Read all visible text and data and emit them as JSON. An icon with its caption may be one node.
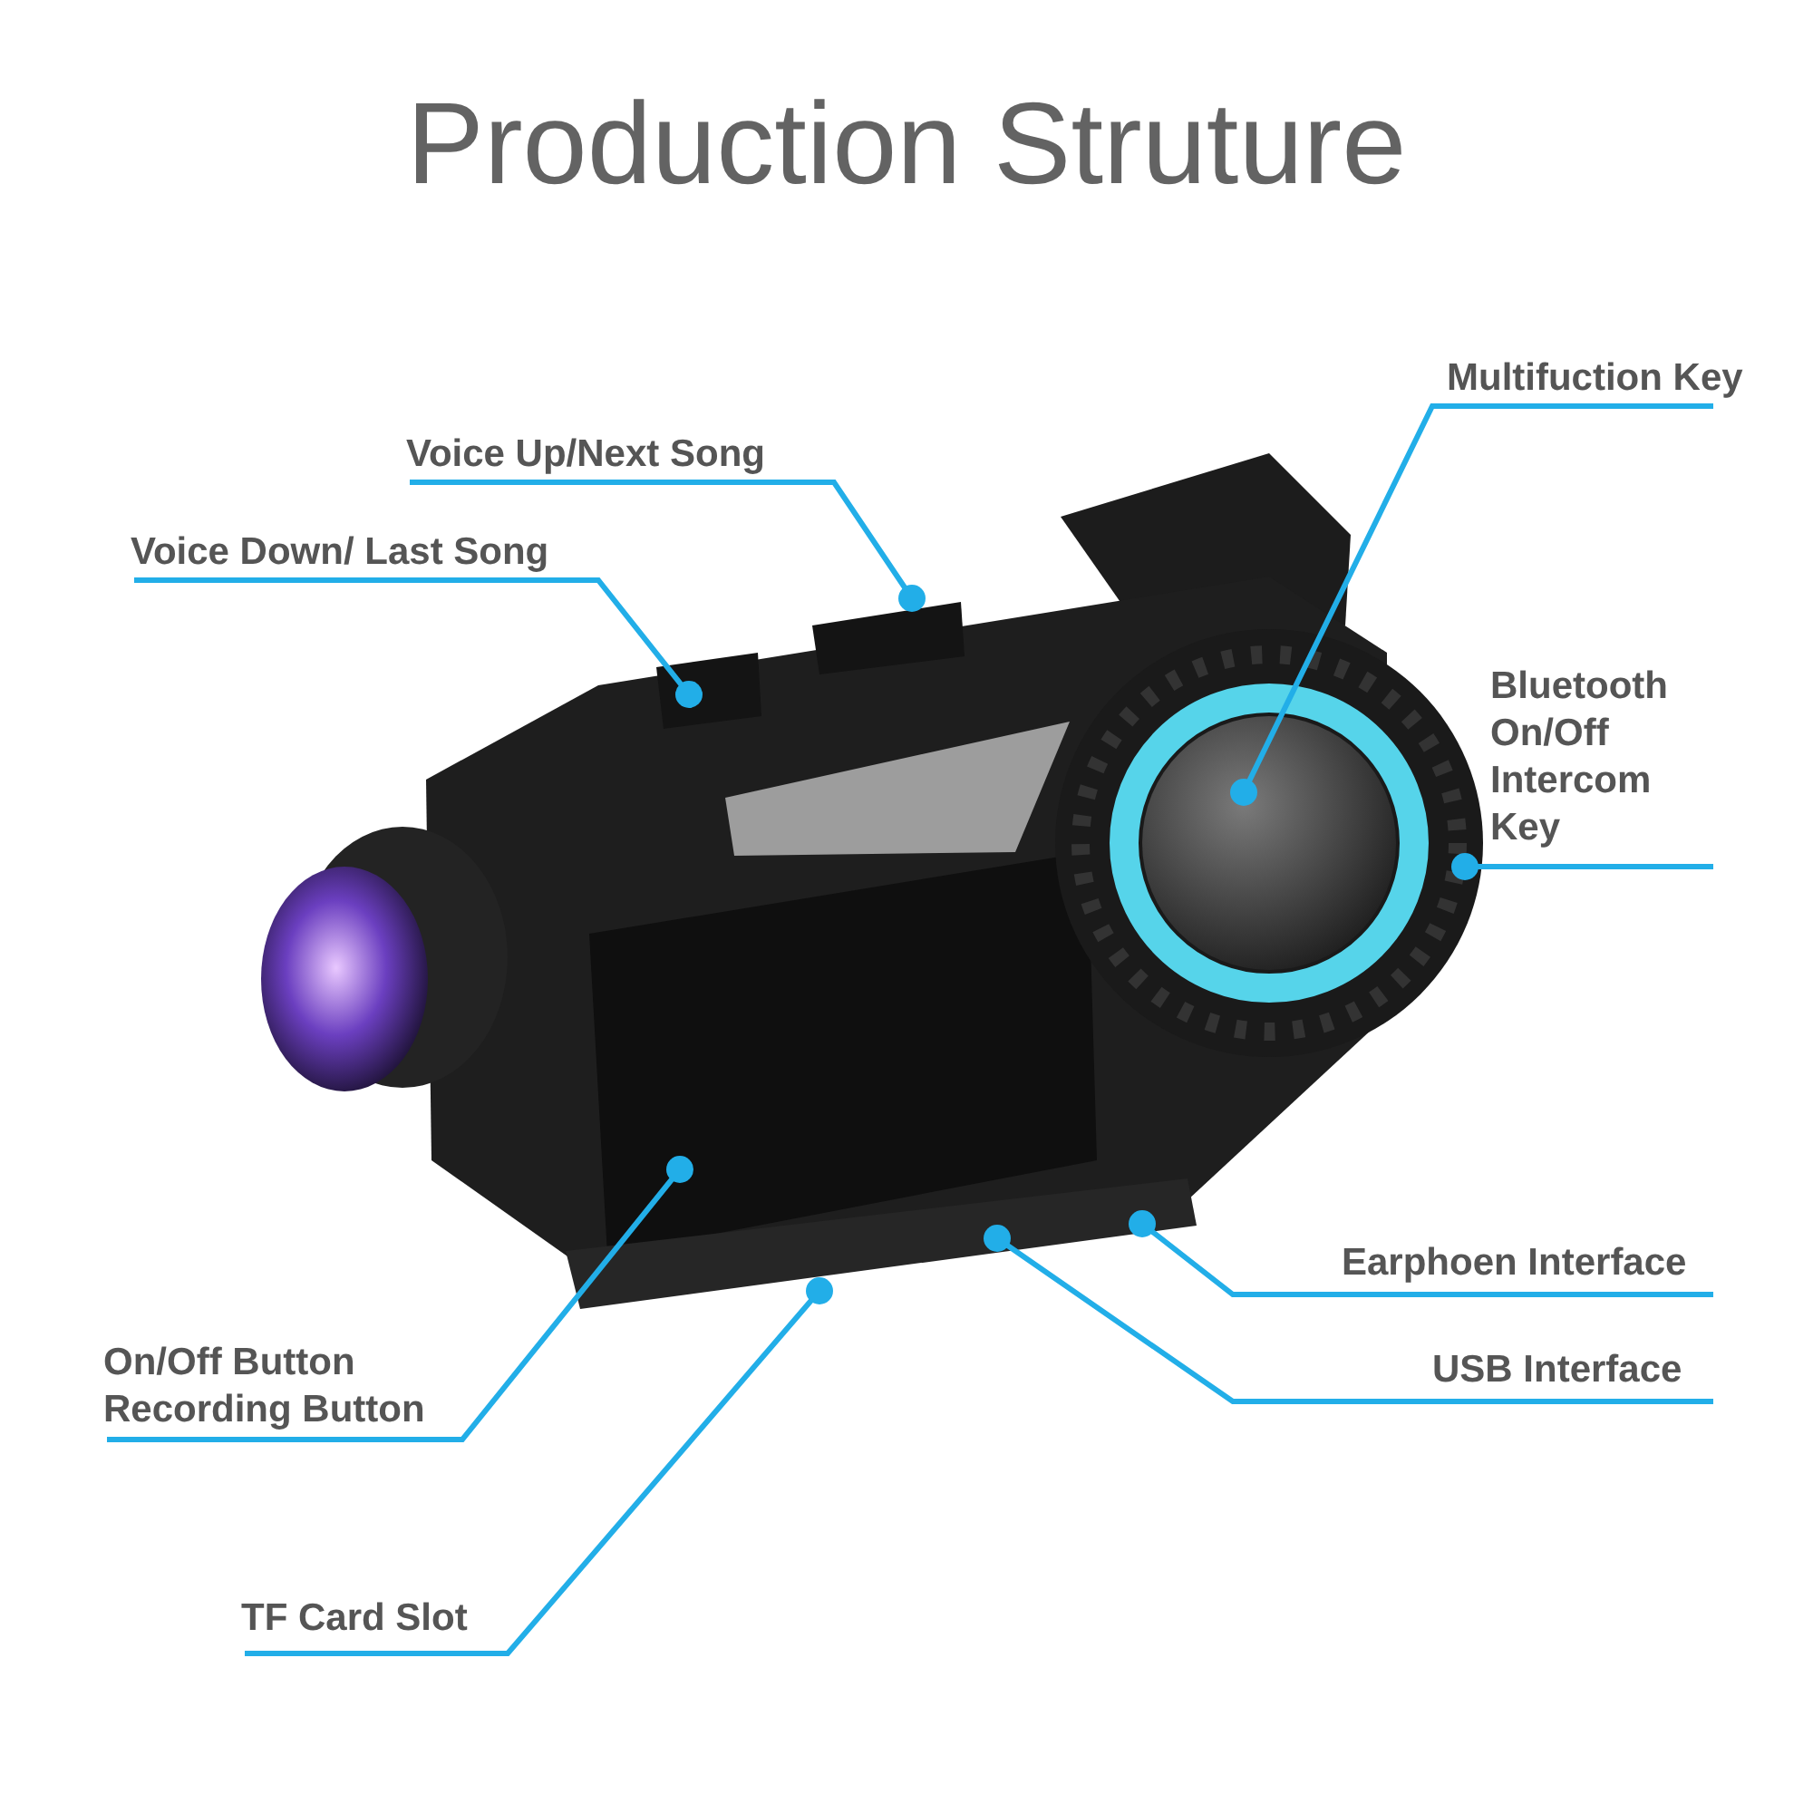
{
  "diagram": {
    "title": "Production Struture",
    "nodes": [
      {
        "text": [
          "Multifuction Key"
        ]
      },
      {
        "text": [
          "Voice Up/Next Song"
        ]
      },
      {
        "text": [
          "Voice Down/ Last Song"
        ]
      },
      {
        "text": [
          "Bluetooth On/Off Intercom Key"
        ]
      },
      {
        "text": [
          "Earphoen Interface"
        ]
      },
      {
        "text": [
          "USB Interface"
        ]
      },
      {
        "text": [
          "On/Off Button Recording Button"
        ]
      },
      {
        "text": [
          "TF Card Slot"
        ]
      }
    ],
    "edges": [
      {
        "from": 0,
        "to": null,
        "arrow": "other"
      },
      {
        "from": 1,
        "to": null,
        "arrow": "other"
      },
      {
        "from": 2,
        "to": null,
        "arrow": "other"
      },
      {
        "from": 3,
        "to": null,
        "arrow": "other"
      },
      {
        "from": 4,
        "to": null,
        "arrow": "other"
      },
      {
        "from": 5,
        "to": null,
        "arrow": "other"
      },
      {
        "from": 6,
        "to": null,
        "arrow": "other"
      },
      {
        "from": 7,
        "to": null,
        "arrow": "other"
      }
    ]
  }
}
